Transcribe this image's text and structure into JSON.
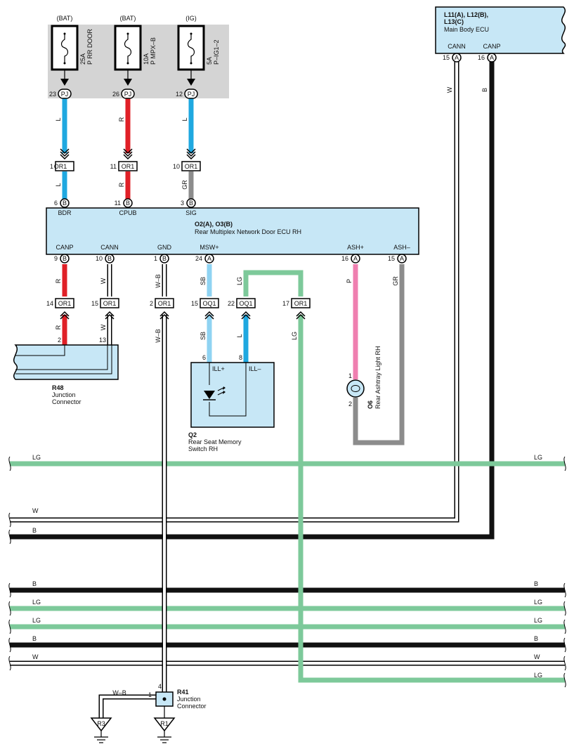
{
  "colors": {
    "L": "#1fa8e0",
    "R": "#e02027",
    "GR": "#8c8c8c",
    "LG": "#7dc99a",
    "SB": "#8fd3f2",
    "P": "#ef7fb0",
    "B": "#111111",
    "W": "#ffffff",
    "box_fill": "#c7e7f6",
    "fuse_panel": "#d4d4d4"
  },
  "fuses": [
    {
      "source": "(BAT)",
      "rating": "25A",
      "name": "P RR DOOR",
      "pin": "23",
      "conn": "PJ",
      "color": "L"
    },
    {
      "source": "(BAT)",
      "rating": "10A",
      "name": "P MPX–B",
      "pin": "26",
      "conn": "PJ",
      "color": "R"
    },
    {
      "source": "(IG)",
      "rating": "5A",
      "name": "P–IG1–2",
      "pin": "12",
      "conn": "PJ",
      "color": "L"
    }
  ],
  "upper_splices": [
    {
      "pin": "1",
      "conn": "OR1"
    },
    {
      "pin": "11",
      "conn": "OR1"
    },
    {
      "pin": "10",
      "conn": "OR1"
    }
  ],
  "wire_labels": {
    "f1_top": "L",
    "f2_top": "R",
    "f3_top": "L",
    "f1_bot": "L",
    "f2_bot": "R",
    "f3_bot": "GR",
    "canp_top": "R",
    "cann_top": "W",
    "gnd_top": "W–B",
    "msw_top": "SB",
    "ill_top": "LG",
    "ashp": "P",
    "ashm": "GR",
    "canp_bot": "R",
    "cann_bot": "W",
    "gnd_bot": "W–B",
    "msw_bot": "SB",
    "ill_bot": "L",
    "lg_bot": "LG",
    "main_cann": "W",
    "main_canp": "B",
    "ground_wb": "W–B"
  },
  "ecu": {
    "title": "O2(A), O3(B)",
    "subtitle": "Rear Multiplex Network Door ECU RH",
    "top_pins": [
      {
        "name": "BDR",
        "pin": "6",
        "conn": "B"
      },
      {
        "name": "CPUB",
        "pin": "11",
        "conn": "B"
      },
      {
        "name": "SIG",
        "pin": "3",
        "conn": "B"
      }
    ],
    "bottom_pins": [
      {
        "name": "CANP",
        "pin": "9",
        "conn": "B"
      },
      {
        "name": "CANN",
        "pin": "10",
        "conn": "B"
      },
      {
        "name": "GND",
        "pin": "1",
        "conn": "B"
      },
      {
        "name": "MSW+",
        "pin": "24",
        "conn": "A"
      },
      {
        "name": "ASH+",
        "pin": "16",
        "conn": "A"
      },
      {
        "name": "ASH–",
        "pin": "15",
        "conn": "A"
      }
    ]
  },
  "lower_splices": [
    {
      "pin": "14",
      "conn": "OR1"
    },
    {
      "pin": "15",
      "conn": "OR1"
    },
    {
      "pin": "2",
      "conn": "OR1"
    },
    {
      "pin": "15",
      "conn": "OQ1"
    },
    {
      "pin": "22",
      "conn": "OQ1"
    },
    {
      "pin": "17",
      "conn": "OR1"
    }
  ],
  "main_body": {
    "title_line1": "L11(A), L12(B),",
    "title_line2": "L13(C)",
    "subtitle": "Main Body ECU",
    "pins": [
      {
        "name": "CANN",
        "pin": "15",
        "conn": "A"
      },
      {
        "name": "CANP",
        "pin": "16",
        "conn": "A"
      }
    ]
  },
  "r48": {
    "id": "R48",
    "line1": "Junction",
    "line2": "Connector",
    "pin_a": "2",
    "pin_b": "13"
  },
  "q2": {
    "id": "Q2",
    "line1": "Rear Seat Memory",
    "line2": "Switch RH",
    "pin_a": "6",
    "pin_b": "8",
    "label_a": "ILL+",
    "label_b": "ILL–"
  },
  "o6": {
    "id": "O6",
    "line1": "Rear Ashtray Light RH",
    "pin_a": "1",
    "pin_b": "2"
  },
  "r41": {
    "id": "R41",
    "line1": "Junction",
    "line2": "Connector",
    "pin_a": "4",
    "pin_b": "1"
  },
  "grounds": [
    {
      "id": "R3"
    },
    {
      "id": "R1"
    }
  ],
  "bus_lines": [
    {
      "left": "LG",
      "right": "LG"
    },
    {
      "left": "W",
      "right": ""
    },
    {
      "left": "B",
      "right": ""
    },
    {
      "left": "B",
      "right": "B"
    },
    {
      "left": "LG",
      "right": "LG"
    },
    {
      "left": "LG",
      "right": "LG"
    },
    {
      "left": "B",
      "right": "B"
    },
    {
      "left": "W",
      "right": "W"
    },
    {
      "left": "",
      "right": "LG"
    }
  ]
}
